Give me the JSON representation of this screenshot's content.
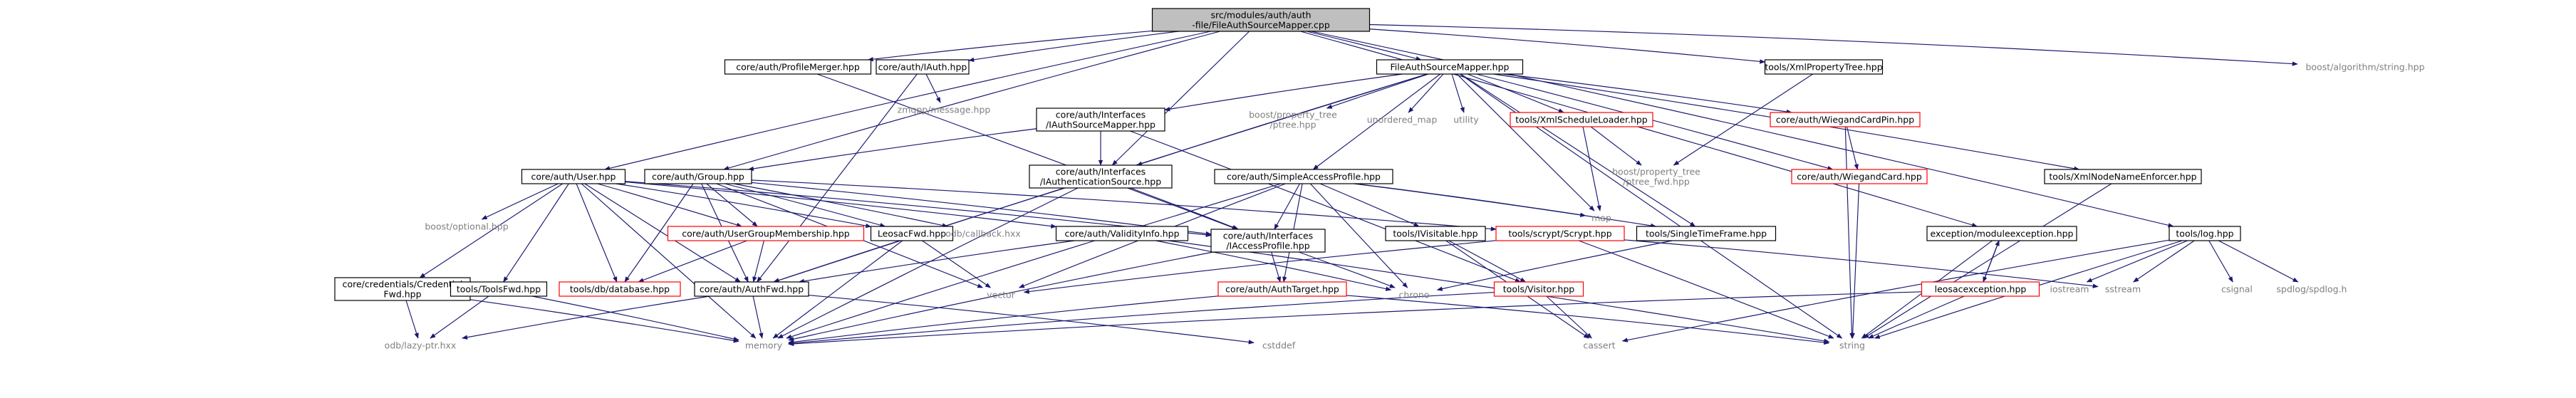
{
  "palette": {
    "edge": "#191970",
    "box_border": "#000000",
    "box_fill": "#ffffff",
    "root_fill": "#bfbfbf",
    "missing_border": "#ff0000",
    "external_text": "#808080",
    "text": "#000000"
  },
  "nodes": [
    {
      "id": "root",
      "kind": "root",
      "lines": [
        "src/modules/auth/auth",
        "-file/FileAuthSourceMapper.cpp"
      ]
    },
    {
      "id": "profile_merger",
      "kind": "normal",
      "lines": [
        "core/auth/ProfileMerger.hpp"
      ]
    },
    {
      "id": "iauth",
      "kind": "normal",
      "lines": [
        "core/auth/IAuth.hpp"
      ]
    },
    {
      "id": "fasm",
      "kind": "normal",
      "lines": [
        "FileAuthSourceMapper.hpp"
      ]
    },
    {
      "id": "xmlprop",
      "kind": "normal",
      "lines": [
        "tools/XmlPropertyTree.hpp"
      ]
    },
    {
      "id": "boost_algo",
      "kind": "external",
      "lines": [
        "boost/algorithm/string.hpp"
      ]
    },
    {
      "id": "zmqpp",
      "kind": "external",
      "lines": [
        "zmqpp/message.hpp"
      ]
    },
    {
      "id": "iasm",
      "kind": "normal",
      "lines": [
        "core/auth/Interfaces",
        "/IAuthSourceMapper.hpp"
      ]
    },
    {
      "id": "bpt_ptree",
      "kind": "external",
      "lines": [
        "boost/property_tree",
        "/ptree.hpp"
      ]
    },
    {
      "id": "unordered_map",
      "kind": "external",
      "lines": [
        "unordered_map"
      ]
    },
    {
      "id": "utility",
      "kind": "external",
      "lines": [
        "utility"
      ]
    },
    {
      "id": "xmlsched",
      "kind": "missing",
      "lines": [
        "tools/XmlScheduleLoader.hpp"
      ]
    },
    {
      "id": "wpin",
      "kind": "missing",
      "lines": [
        "core/auth/WiegandCardPin.hpp"
      ]
    },
    {
      "id": "bpt_fwd",
      "kind": "external",
      "lines": [
        "boost/property_tree",
        "/ptree_fwd.hpp"
      ]
    },
    {
      "id": "wcard",
      "kind": "missing",
      "lines": [
        "core/auth/WiegandCard.hpp"
      ]
    },
    {
      "id": "xmlnode",
      "kind": "normal",
      "lines": [
        "tools/XmlNodeNameEnforcer.hpp"
      ]
    },
    {
      "id": "user",
      "kind": "normal",
      "lines": [
        "core/auth/User.hpp"
      ]
    },
    {
      "id": "group",
      "kind": "normal",
      "lines": [
        "core/auth/Group.hpp"
      ]
    },
    {
      "id": "iauthsrc",
      "kind": "normal",
      "lines": [
        "core/auth/Interfaces",
        "/IAuthenticationSource.hpp"
      ]
    },
    {
      "id": "sap",
      "kind": "normal",
      "lines": [
        "core/auth/SimpleAccessProfile.hpp"
      ]
    },
    {
      "id": "map",
      "kind": "external",
      "lines": [
        "map"
      ]
    },
    {
      "id": "modexc",
      "kind": "normal",
      "lines": [
        "exception/moduleexception.hpp"
      ]
    },
    {
      "id": "log",
      "kind": "normal",
      "lines": [
        "tools/log.hpp"
      ]
    },
    {
      "id": "boost_opt",
      "kind": "external",
      "lines": [
        "boost/optional.hpp"
      ]
    },
    {
      "id": "ugm",
      "kind": "missing",
      "lines": [
        "core/auth/UserGroupMembership.hpp"
      ]
    },
    {
      "id": "leosacfwd",
      "kind": "normal",
      "lines": [
        "LeosacFwd.hpp"
      ]
    },
    {
      "id": "odb_cb",
      "kind": "external",
      "lines": [
        "odb/callback.hxx"
      ]
    },
    {
      "id": "validity",
      "kind": "normal",
      "lines": [
        "core/auth/ValidityInfo.hpp"
      ]
    },
    {
      "id": "iaccess",
      "kind": "normal",
      "lines": [
        "core/auth/Interfaces",
        "/IAccessProfile.hpp"
      ]
    },
    {
      "id": "ivisitable",
      "kind": "normal",
      "lines": [
        "tools/IVisitable.hpp"
      ]
    },
    {
      "id": "scrypt",
      "kind": "missing",
      "lines": [
        "tools/scrypt/Scrypt.hpp"
      ]
    },
    {
      "id": "stf",
      "kind": "normal",
      "lines": [
        "tools/SingleTimeFrame.hpp"
      ]
    },
    {
      "id": "credfwd",
      "kind": "normal",
      "lines": [
        "core/credentials/Credential",
        "Fwd.hpp"
      ]
    },
    {
      "id": "toolsfwd",
      "kind": "normal",
      "lines": [
        "tools/ToolsFwd.hpp"
      ]
    },
    {
      "id": "dbhpp",
      "kind": "missing",
      "lines": [
        "tools/db/database.hpp"
      ]
    },
    {
      "id": "authfwd",
      "kind": "normal",
      "lines": [
        "core/auth/AuthFwd.hpp"
      ]
    },
    {
      "id": "vector",
      "kind": "external",
      "lines": [
        "vector"
      ]
    },
    {
      "id": "authtarget",
      "kind": "missing",
      "lines": [
        "core/auth/AuthTarget.hpp"
      ]
    },
    {
      "id": "chrono",
      "kind": "external",
      "lines": [
        "chrono"
      ]
    },
    {
      "id": "visitor",
      "kind": "missing",
      "lines": [
        "tools/Visitor.hpp"
      ]
    },
    {
      "id": "leosacexc",
      "kind": "missing",
      "lines": [
        "leosacexception.hpp"
      ]
    },
    {
      "id": "iostream",
      "kind": "external",
      "lines": [
        "iostream"
      ]
    },
    {
      "id": "sstream",
      "kind": "external",
      "lines": [
        "sstream"
      ]
    },
    {
      "id": "csignal",
      "kind": "external",
      "lines": [
        "csignal"
      ]
    },
    {
      "id": "spdlog",
      "kind": "external",
      "lines": [
        "spdlog/spdlog.h"
      ]
    },
    {
      "id": "lazyptr",
      "kind": "external",
      "lines": [
        "odb/lazy-ptr.hxx"
      ]
    },
    {
      "id": "memory",
      "kind": "external",
      "lines": [
        "memory"
      ]
    },
    {
      "id": "cstddef",
      "kind": "external",
      "lines": [
        "cstddef"
      ]
    },
    {
      "id": "cassert",
      "kind": "external",
      "lines": [
        "cassert"
      ]
    },
    {
      "id": "string",
      "kind": "external",
      "lines": [
        "string"
      ]
    }
  ],
  "edges": [
    [
      "root",
      "profile_merger"
    ],
    [
      "root",
      "iauth"
    ],
    [
      "root",
      "fasm"
    ],
    [
      "root",
      "xmlprop"
    ],
    [
      "root",
      "boost_algo"
    ],
    [
      "root",
      "user"
    ],
    [
      "root",
      "group"
    ],
    [
      "root",
      "iauthsrc"
    ],
    [
      "root",
      "modexc"
    ],
    [
      "root",
      "log"
    ],
    [
      "profile_merger",
      "iaccess"
    ],
    [
      "iauth",
      "zmqpp"
    ],
    [
      "iauth",
      "authfwd"
    ],
    [
      "fasm",
      "iasm"
    ],
    [
      "fasm",
      "bpt_ptree"
    ],
    [
      "fasm",
      "unordered_map"
    ],
    [
      "fasm",
      "utility"
    ],
    [
      "fasm",
      "xmlsched"
    ],
    [
      "fasm",
      "wpin"
    ],
    [
      "fasm",
      "wcard"
    ],
    [
      "fasm",
      "xmlnode"
    ],
    [
      "fasm",
      "iauthsrc"
    ],
    [
      "fasm",
      "sap"
    ],
    [
      "fasm",
      "map"
    ],
    [
      "fasm",
      "stf"
    ],
    [
      "fasm",
      "authfwd"
    ],
    [
      "fasm",
      "string"
    ],
    [
      "xmlprop",
      "bpt_fwd"
    ],
    [
      "iasm",
      "group"
    ],
    [
      "iasm",
      "iauthsrc"
    ],
    [
      "iasm",
      "visitor"
    ],
    [
      "xmlsched",
      "bpt_fwd"
    ],
    [
      "xmlsched",
      "map"
    ],
    [
      "wpin",
      "wcard"
    ],
    [
      "wpin",
      "string"
    ],
    [
      "wcard",
      "string"
    ],
    [
      "xmlnode",
      "string"
    ],
    [
      "user",
      "boost_opt"
    ],
    [
      "user",
      "ugm"
    ],
    [
      "user",
      "leosacfwd"
    ],
    [
      "user",
      "validity"
    ],
    [
      "user",
      "iaccess"
    ],
    [
      "user",
      "credfwd"
    ],
    [
      "user",
      "toolsfwd"
    ],
    [
      "user",
      "dbhpp"
    ],
    [
      "user",
      "authfwd"
    ],
    [
      "user",
      "memory"
    ],
    [
      "group",
      "ugm"
    ],
    [
      "group",
      "leosacfwd"
    ],
    [
      "group",
      "odb_cb"
    ],
    [
      "group",
      "iaccess"
    ],
    [
      "group",
      "vector"
    ],
    [
      "group",
      "dbhpp"
    ],
    [
      "group",
      "authfwd"
    ],
    [
      "group",
      "scrypt"
    ],
    [
      "iauthsrc",
      "iaccess"
    ],
    [
      "iauthsrc",
      "memory"
    ],
    [
      "iauthsrc",
      "authfwd"
    ],
    [
      "sap",
      "iaccess"
    ],
    [
      "sap",
      "ivisitable"
    ],
    [
      "sap",
      "authtarget"
    ],
    [
      "sap",
      "chrono"
    ],
    [
      "sap",
      "vector"
    ],
    [
      "sap",
      "map"
    ],
    [
      "sap",
      "memory"
    ],
    [
      "sap",
      "stf"
    ],
    [
      "modexc",
      "leosacexc"
    ],
    [
      "modexc",
      "string"
    ],
    [
      "log",
      "iostream"
    ],
    [
      "log",
      "sstream"
    ],
    [
      "log",
      "csignal"
    ],
    [
      "log",
      "spdlog"
    ],
    [
      "log",
      "string"
    ],
    [
      "log",
      "cassert"
    ],
    [
      "ugm",
      "dbhpp"
    ],
    [
      "ugm",
      "authfwd"
    ],
    [
      "leosacfwd",
      "memory"
    ],
    [
      "leosacfwd",
      "vector"
    ],
    [
      "validity",
      "authfwd"
    ],
    [
      "validity",
      "chrono"
    ],
    [
      "validity",
      "string"
    ],
    [
      "iaccess",
      "authtarget"
    ],
    [
      "iaccess",
      "chrono"
    ],
    [
      "iaccess",
      "memory"
    ],
    [
      "ivisitable",
      "visitor"
    ],
    [
      "ivisitable",
      "cassert"
    ],
    [
      "scrypt",
      "vector"
    ],
    [
      "scrypt",
      "sstream"
    ],
    [
      "scrypt",
      "string"
    ],
    [
      "stf",
      "chrono"
    ],
    [
      "credfwd",
      "lazyptr"
    ],
    [
      "credfwd",
      "memory"
    ],
    [
      "toolsfwd",
      "lazyptr"
    ],
    [
      "toolsfwd",
      "memory"
    ],
    [
      "authfwd",
      "lazyptr"
    ],
    [
      "authfwd",
      "memory"
    ],
    [
      "authfwd",
      "cstddef"
    ],
    [
      "authtarget",
      "memory"
    ],
    [
      "authtarget",
      "string"
    ],
    [
      "visitor",
      "memory"
    ],
    [
      "visitor",
      "cassert"
    ],
    [
      "leosacexc",
      "modexc"
    ],
    [
      "leosacexc",
      "string"
    ],
    [
      "leosacexc",
      "memory"
    ]
  ]
}
